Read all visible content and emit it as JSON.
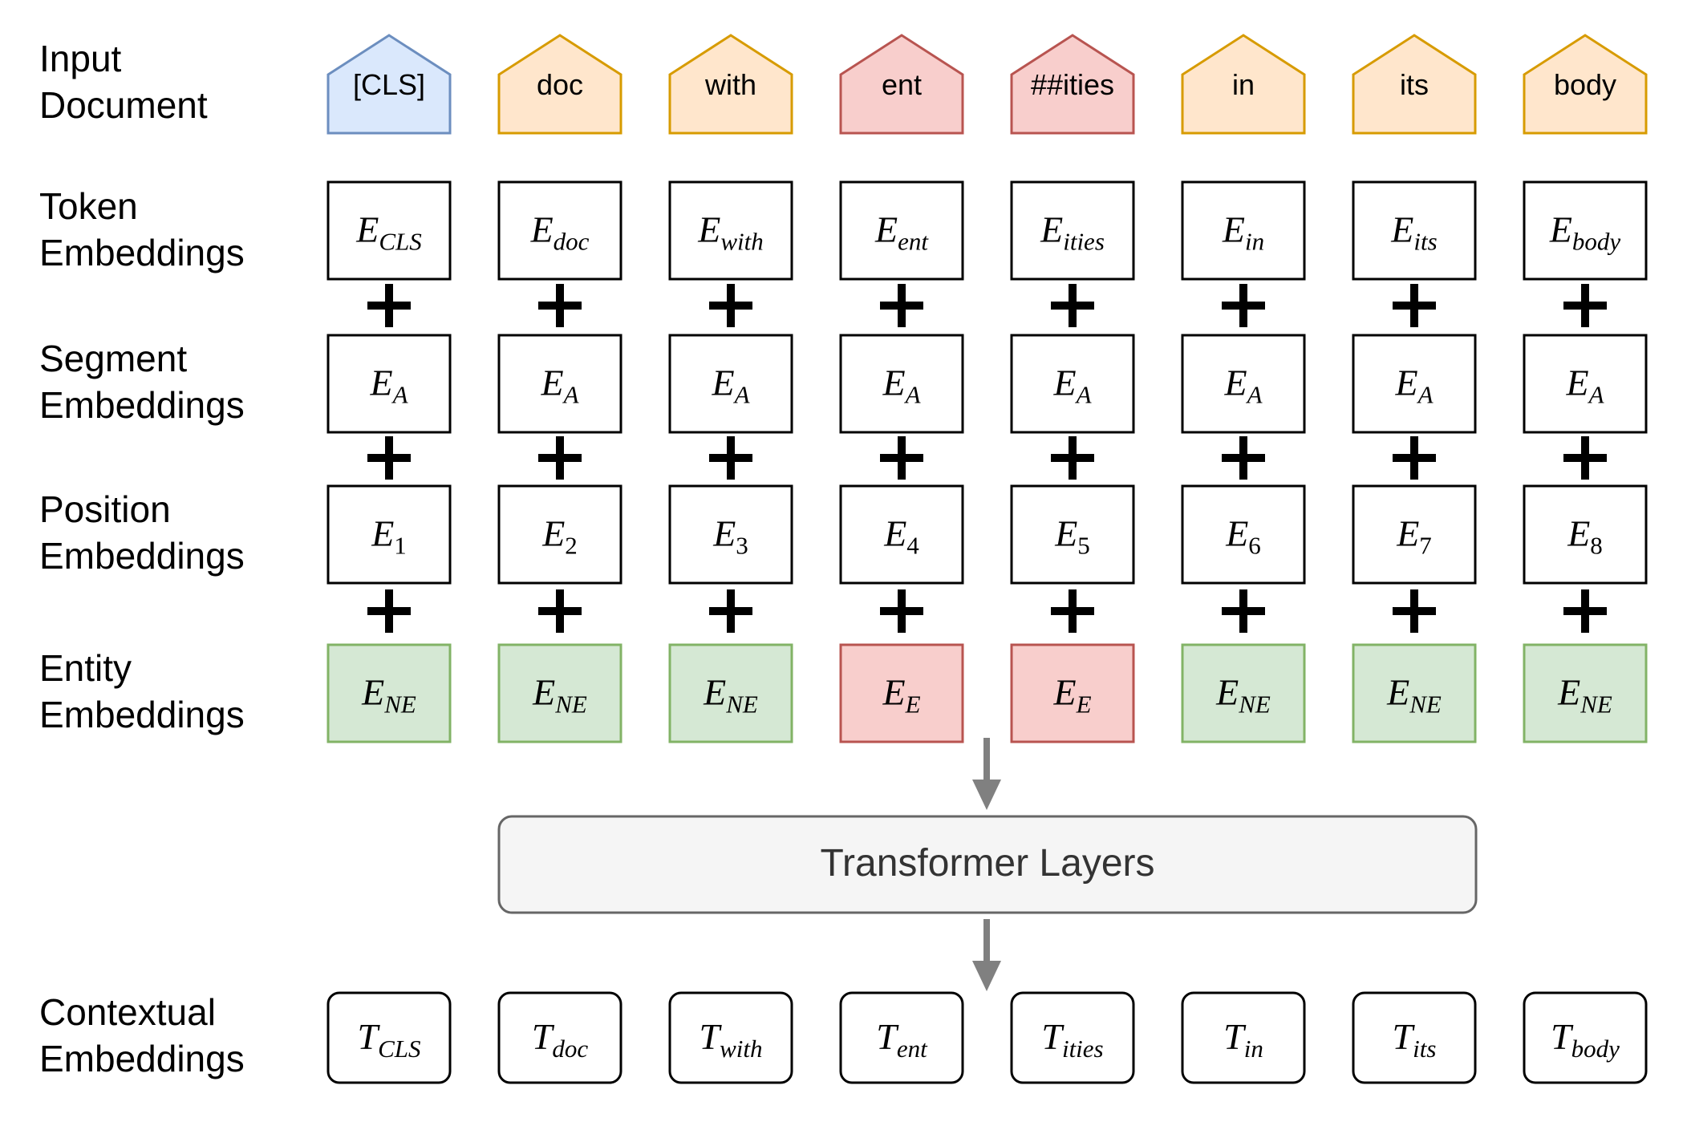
{
  "row_labels": {
    "input_document": [
      "Input",
      "Document"
    ],
    "token_embeddings": [
      "Token",
      "Embeddings"
    ],
    "segment_embeddings": [
      "Segment",
      "Embeddings"
    ],
    "position_embeddings": [
      "Position",
      "Embeddings"
    ],
    "entity_embeddings": [
      "Entity",
      "Embeddings"
    ],
    "contextual_embeddings": [
      "Contextual",
      "Embeddings"
    ]
  },
  "tokens": [
    "[CLS]",
    "doc",
    "with",
    "ent",
    "##ities",
    "in",
    "its",
    "body"
  ],
  "token_types": [
    "cls",
    "normal",
    "normal",
    "entity",
    "entity",
    "normal",
    "normal",
    "normal"
  ],
  "token_embeddings": [
    {
      "main": "E",
      "sub": "CLS"
    },
    {
      "main": "E",
      "sub": "doc"
    },
    {
      "main": "E",
      "sub": "with"
    },
    {
      "main": "E",
      "sub": "ent"
    },
    {
      "main": "E",
      "sub": "ities"
    },
    {
      "main": "E",
      "sub": "in"
    },
    {
      "main": "E",
      "sub": "its"
    },
    {
      "main": "E",
      "sub": "body"
    }
  ],
  "segment_embeddings": [
    {
      "main": "E",
      "sub": "A"
    },
    {
      "main": "E",
      "sub": "A"
    },
    {
      "main": "E",
      "sub": "A"
    },
    {
      "main": "E",
      "sub": "A"
    },
    {
      "main": "E",
      "sub": "A"
    },
    {
      "main": "E",
      "sub": "A"
    },
    {
      "main": "E",
      "sub": "A"
    },
    {
      "main": "E",
      "sub": "A"
    }
  ],
  "position_embeddings": [
    {
      "main": "E",
      "sub": "1"
    },
    {
      "main": "E",
      "sub": "2"
    },
    {
      "main": "E",
      "sub": "3"
    },
    {
      "main": "E",
      "sub": "4"
    },
    {
      "main": "E",
      "sub": "5"
    },
    {
      "main": "E",
      "sub": "6"
    },
    {
      "main": "E",
      "sub": "7"
    },
    {
      "main": "E",
      "sub": "8"
    }
  ],
  "entity_embeddings": [
    {
      "main": "E",
      "sub": "NE",
      "type": "non-entity"
    },
    {
      "main": "E",
      "sub": "NE",
      "type": "non-entity"
    },
    {
      "main": "E",
      "sub": "NE",
      "type": "non-entity"
    },
    {
      "main": "E",
      "sub": "E",
      "type": "entity"
    },
    {
      "main": "E",
      "sub": "E",
      "type": "entity"
    },
    {
      "main": "E",
      "sub": "NE",
      "type": "non-entity"
    },
    {
      "main": "E",
      "sub": "NE",
      "type": "non-entity"
    },
    {
      "main": "E",
      "sub": "NE",
      "type": "non-entity"
    }
  ],
  "transformer_label": "Transformer Layers",
  "contextual_embeddings": [
    {
      "main": "T",
      "sub": "CLS"
    },
    {
      "main": "T",
      "sub": "doc"
    },
    {
      "main": "T",
      "sub": "with"
    },
    {
      "main": "T",
      "sub": "ent"
    },
    {
      "main": "T",
      "sub": "ities"
    },
    {
      "main": "T",
      "sub": "in"
    },
    {
      "main": "T",
      "sub": "its"
    },
    {
      "main": "T",
      "sub": "body"
    }
  ],
  "colors": {
    "cls_fill": "#dae8fc",
    "cls_stroke": "#6c8ebf",
    "normal_fill": "#ffe6cc",
    "normal_stroke": "#d79b00",
    "entity_fill": "#f8cecc",
    "entity_stroke": "#b85450",
    "non_entity_fill": "#d5e8d4",
    "non_entity_stroke": "#82b366",
    "transformer_fill": "#f5f5f5",
    "transformer_stroke": "#666666",
    "arrow": "#808080"
  },
  "icons": {
    "plus": "plus-icon",
    "arrow": "arrow-down-icon"
  }
}
